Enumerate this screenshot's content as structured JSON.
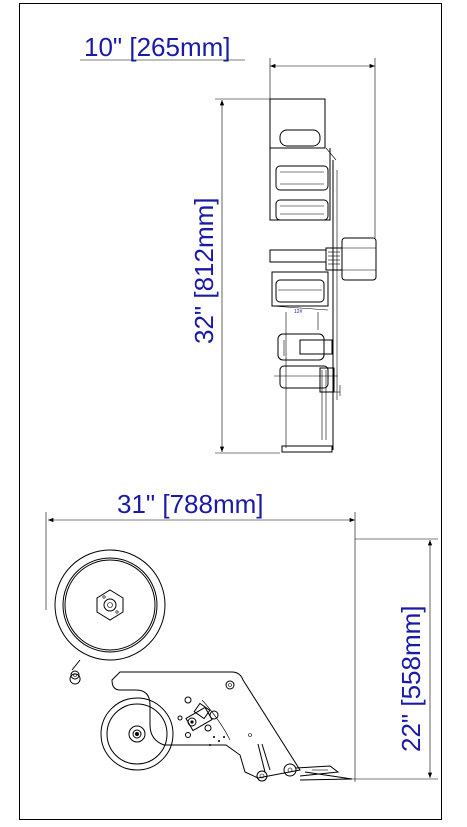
{
  "top_view": {
    "width_label": "10\" [265mm]",
    "height_label": "32\" [812mm]",
    "small_label": "12#"
  },
  "side_view": {
    "width_label": "31\" [788mm]",
    "height_label": "22\" [558mm]"
  },
  "colors": {
    "dimension_text": "#1a1aa8",
    "line": "#000000",
    "background": "#ffffff"
  }
}
